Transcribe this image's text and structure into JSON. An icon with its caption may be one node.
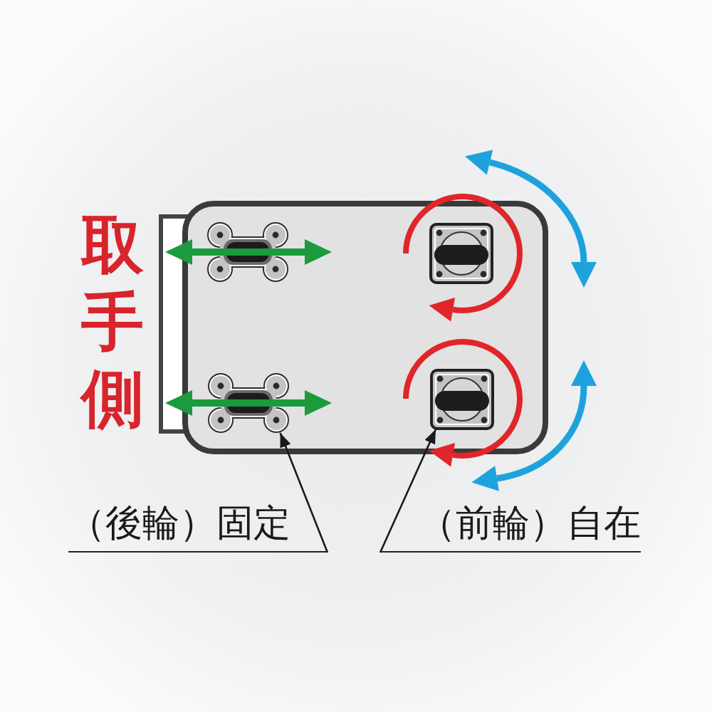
{
  "diagram": {
    "nodes": [
      {
        "text": [],
        "shape": "picture"
      },
      {
        "text": [],
        "shape": "picture"
      },
      {
        "text": [
          "（後輪）固定"
        ]
      },
      {
        "text": [
          "（前輪）自在"
        ]
      }
    ],
    "edges": [
      {
        "from": 2,
        "to": 0,
        "arrow": "to"
      },
      {
        "from": 3,
        "to": 1,
        "arrow": "to"
      }
    ],
    "labels": [
      "取手側"
    ]
  }
}
